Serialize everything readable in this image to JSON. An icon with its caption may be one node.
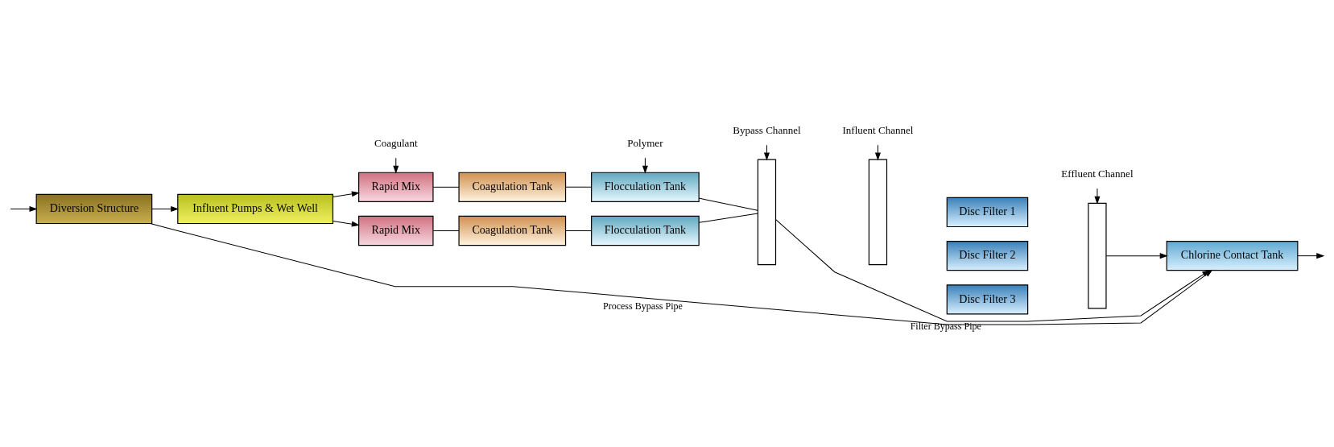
{
  "diagram": {
    "nodes": [
      {
        "text": [
          "Diversion Structure"
        ]
      },
      {
        "text": [
          "Influent Pumps & Wet Well"
        ]
      },
      {
        "text": [
          "Rapid Mix"
        ]
      },
      {
        "text": [
          "Coagulation Tank"
        ]
      },
      {
        "text": [
          "Flocculation Tank"
        ]
      },
      {
        "text": [
          "Rapid Mix"
        ]
      },
      {
        "text": [
          "Coagulation Tank"
        ]
      },
      {
        "text": [
          "Flocculation Tank"
        ]
      },
      {
        "text": [
          "Coagulant"
        ]
      },
      {
        "text": [
          "Polymer"
        ]
      },
      {
        "text": [
          "Bypass Channel"
        ]
      },
      {
        "text": [
          "Influent Channel"
        ]
      },
      {
        "text": [
          "Effluent Channel"
        ]
      },
      {
        "text": [],
        "shape": "box"
      },
      {
        "text": [],
        "shape": "box"
      },
      {
        "text": [
          "Disc Filter 1"
        ]
      },
      {
        "text": [
          "Disc Filter 2"
        ]
      },
      {
        "text": [
          "Disc Filter 3"
        ]
      },
      {
        "text": [],
        "shape": "box"
      },
      {
        "text": [
          "Chlorine Contact Tank"
        ]
      }
    ],
    "edges": [
      {
        "from": null,
        "to": 0,
        "arrow": "to"
      },
      {
        "from": 0,
        "to": 1,
        "arrow": "to"
      },
      {
        "from": 1,
        "to": 2,
        "arrow": "to"
      },
      {
        "from": 1,
        "to": 5,
        "arrow": "to"
      },
      {
        "from": 8,
        "to": 2,
        "arrow": "to"
      },
      {
        "from": 2,
        "to": 3,
        "arrow": "none"
      },
      {
        "from": 3,
        "to": 4,
        "arrow": "none"
      },
      {
        "from": 5,
        "to": 6,
        "arrow": "none"
      },
      {
        "from": 6,
        "to": 7,
        "arrow": "none"
      },
      {
        "from": 9,
        "to": 4,
        "arrow": "to"
      },
      {
        "from": 4,
        "to": 13,
        "arrow": "none"
      },
      {
        "from": 7,
        "to": 13,
        "arrow": "none"
      },
      {
        "from": 10,
        "to": 13,
        "arrow": "to"
      },
      {
        "from": 11,
        "to": 14,
        "arrow": "to"
      },
      {
        "from": 12,
        "to": 18,
        "arrow": "to"
      },
      {
        "from": 18,
        "to": 19,
        "arrow": "to"
      },
      {
        "from": 13,
        "to": 19,
        "label": "Filter Bypass Pipe",
        "arrow": "to"
      },
      {
        "from": 0,
        "to": 19,
        "label": "Process Bypass Pipe",
        "arrow": "to"
      },
      {
        "from": 19,
        "to": null,
        "arrow": "to"
      }
    ]
  }
}
